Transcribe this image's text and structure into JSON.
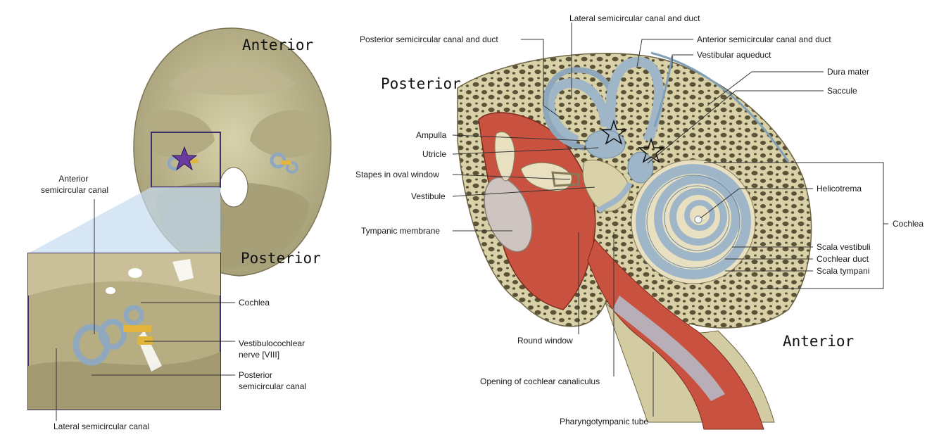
{
  "left_panel": {
    "orientation": {
      "anterior": "Anterior",
      "posterior": "Posterior"
    },
    "labels": {
      "anterior_semicircular_canal": "Anterior\nsemicircular canal",
      "cochlea": "Cochlea",
      "vestibulocochlear_nerve": "Vestibulocochlear\nnerve [VIII]",
      "posterior_semicircular_canal": "Posterior\nsemicircular canal",
      "lateral_semicircular_canal": "Lateral semicircular canal"
    }
  },
  "right_panel": {
    "orientation": {
      "posterior": "Posterior",
      "anterior": "Anterior"
    },
    "labels": {
      "lateral_semicircular_canal_and_duct": "Lateral semicircular canal and duct",
      "posterior_semicircular_canal_and_duct": "Posterior semicircular canal and duct",
      "anterior_semicircular_canal_and_duct": "Anterior semicircular canal and duct",
      "vestibular_aqueduct": "Vestibular aqueduct",
      "dura_mater": "Dura mater",
      "saccule": "Saccule",
      "ampulla": "Ampulla",
      "utricle": "Utricle",
      "stapes_in_oval_window": "Stapes in oval window",
      "vestibule": "Vestibule",
      "tympanic_membrane": "Tympanic membrane",
      "helicotrema": "Helicotrema",
      "cochlea": "Cochlea",
      "scala_vestibuli": "Scala vestibuli",
      "cochlear_duct": "Cochlear duct",
      "scala_tympani": "Scala tympani",
      "round_window": "Round window",
      "opening_of_cochlear_canaliculus": "Opening of cochlear canaliculus",
      "pharyngotympanic_tube": "Pharyngotympanic tube"
    }
  },
  "colors": {
    "bone": "#c9c29a",
    "bone_dark": "#8f8866",
    "labyrinth": "#9fb6c9",
    "mucosa": "#c8523f",
    "star_fill": "#6a3aa0"
  },
  "markers": [
    "star-purple",
    "star-outline-1",
    "star-outline-2"
  ]
}
